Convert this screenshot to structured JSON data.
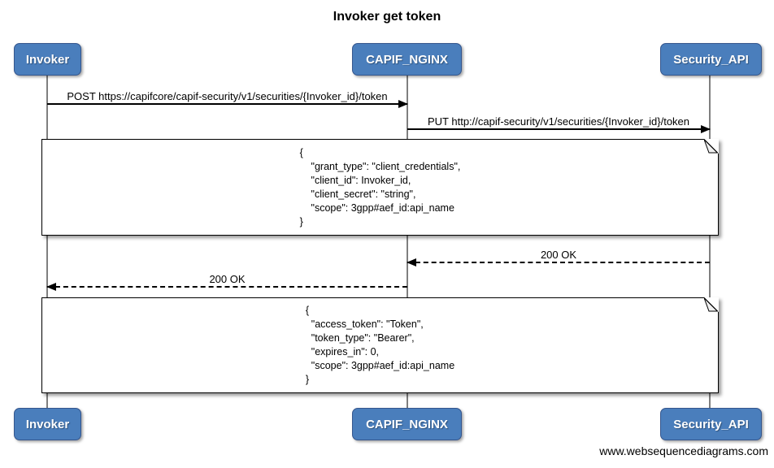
{
  "page": {
    "title": "Invoker get token",
    "watermark": "www.websequencediagrams.com"
  },
  "colors": {
    "actor_fill": "#4a7ebc",
    "actor_border": "#35568d",
    "actor_text": "#ffffff",
    "lifeline": "#7f7f7f",
    "message_line": "#000000",
    "note_background": "#ffffff",
    "note_border": "#000000"
  },
  "actors": [
    {
      "id": "invoker",
      "label": "Invoker"
    },
    {
      "id": "capif_nginx",
      "label": "CAPIF_NGINX"
    },
    {
      "id": "security_api",
      "label": "Security_API"
    }
  ],
  "messages": [
    {
      "from": "Invoker",
      "to": "CAPIF_NGINX",
      "line": "solid",
      "direction": "right",
      "label": "POST https://capifcore/capif-security/v1/securities/{Invoker_id}/token"
    },
    {
      "from": "CAPIF_NGINX",
      "to": "Security_API",
      "line": "solid",
      "direction": "right",
      "label": "PUT http://capif-security/v1/securities/{Invoker_id}/token"
    },
    {
      "from": "Security_API",
      "to": "CAPIF_NGINX",
      "line": "dashed",
      "direction": "left",
      "label": "200 OK"
    },
    {
      "from": "CAPIF_NGINX",
      "to": "Invoker",
      "line": "dashed",
      "direction": "left",
      "label": "200 OK"
    }
  ],
  "notes": [
    {
      "text": "{\n    \"grant_type\": \"client_credentials\",\n    \"client_id\": Invoker_id,\n    \"client_secret\": \"string\",\n    \"scope\": 3gpp#aef_id:api_name\n}"
    },
    {
      "text": "{\n  \"access_token\": \"Token\",\n  \"token_type\": \"Bearer\",\n  \"expires_in\": 0,\n  \"scope\": 3gpp#aef_id:api_name\n}"
    }
  ]
}
